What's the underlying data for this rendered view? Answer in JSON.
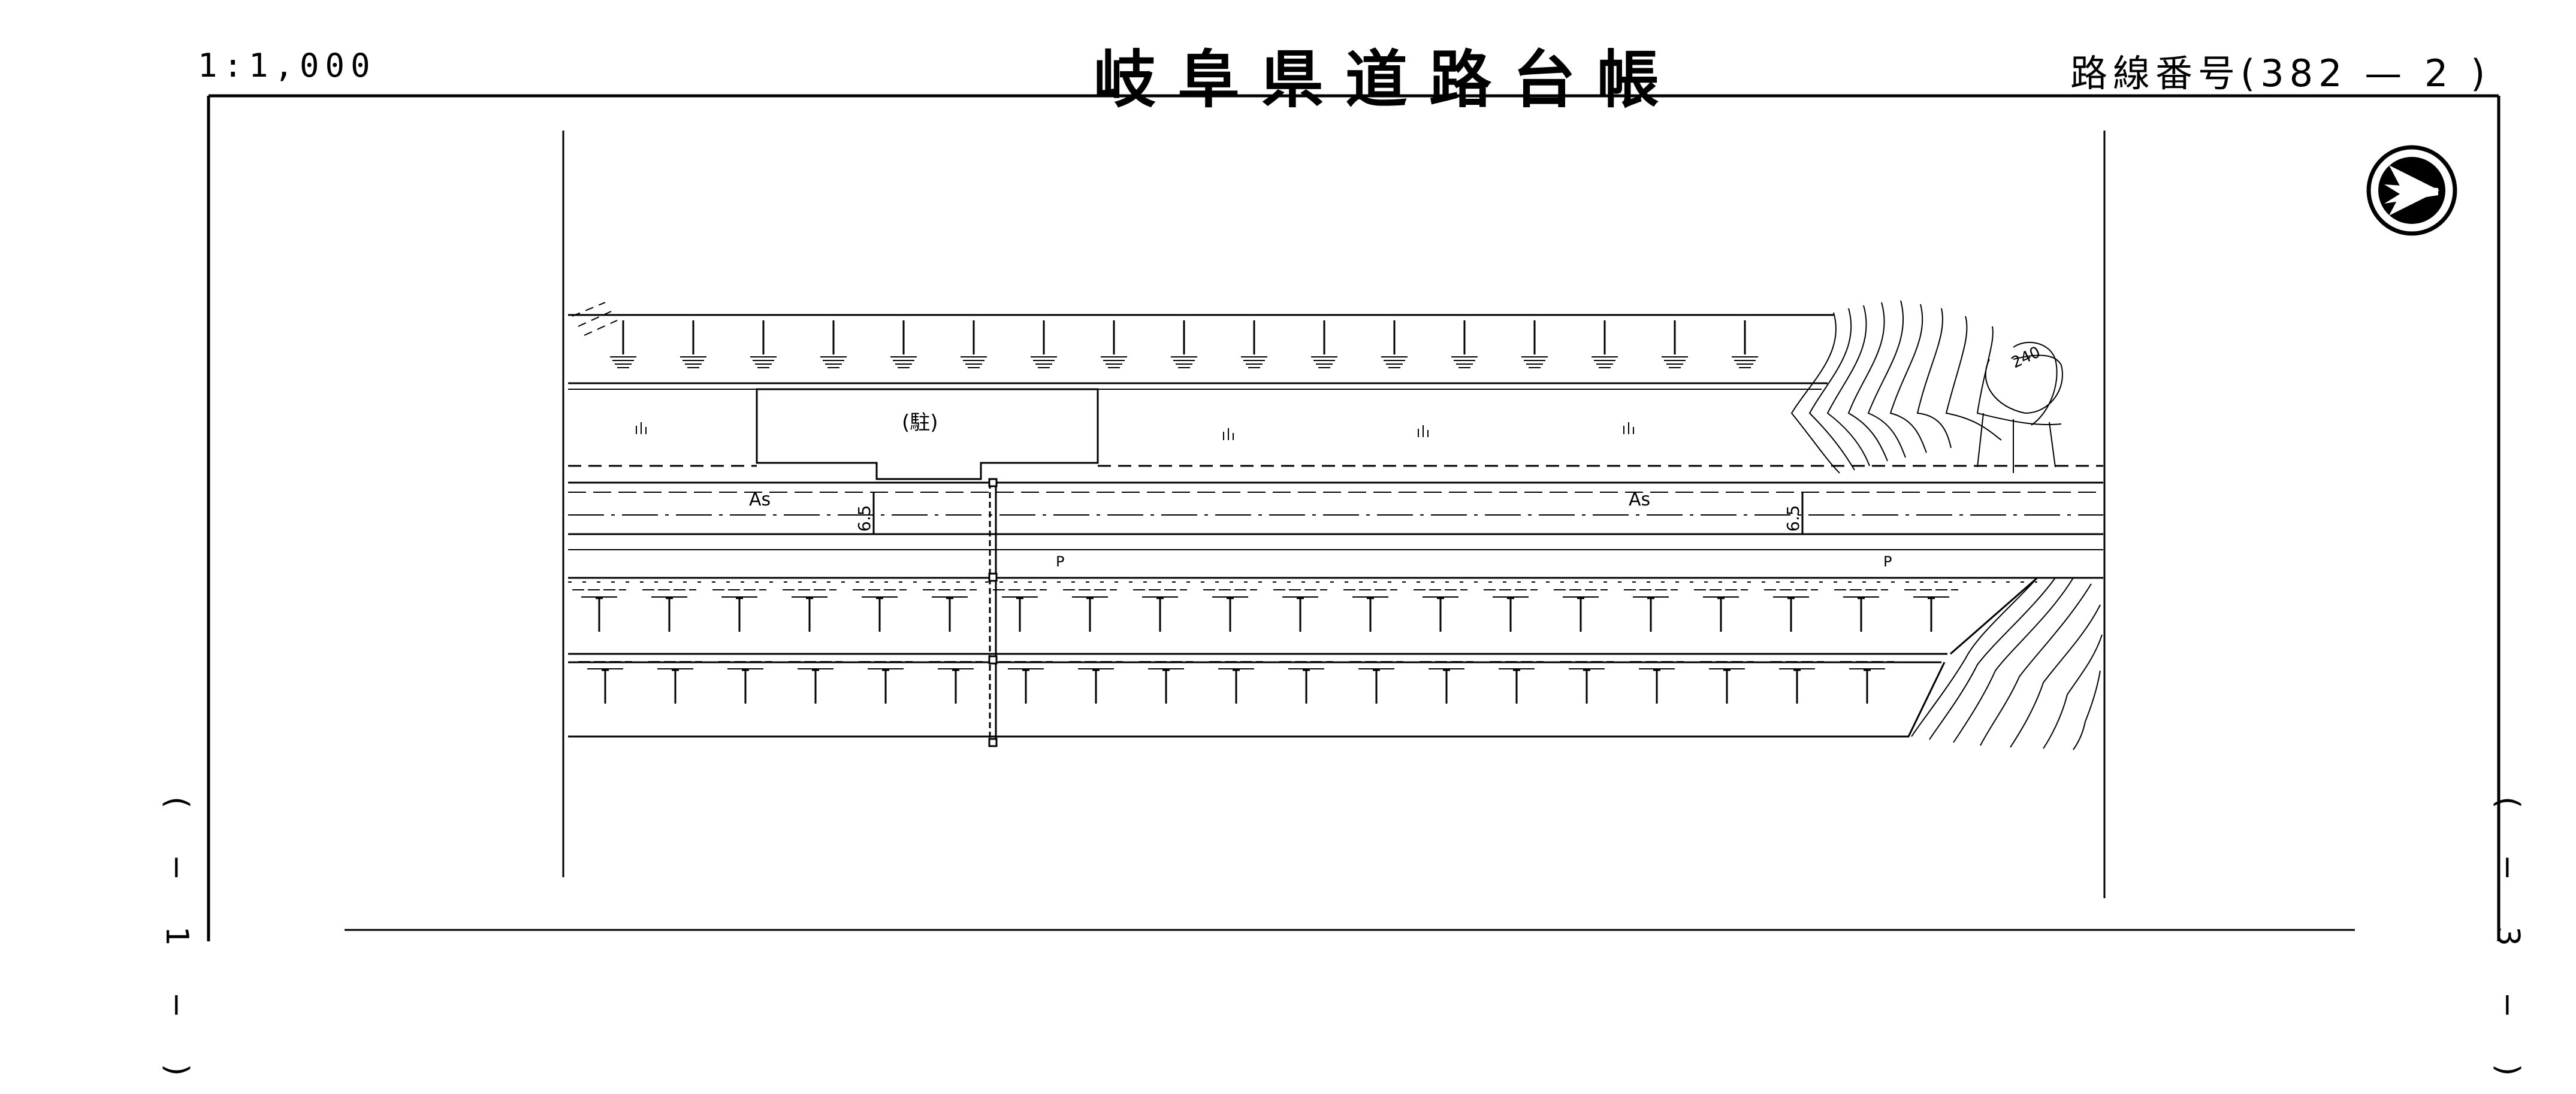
{
  "header": {
    "scale": "1:1,000",
    "title": "岐阜県道路台帳",
    "route": "路線番号(382 — 2 )"
  },
  "side": {
    "left": "( − 1 − )",
    "right": "( − 3 − )"
  },
  "map": {
    "surface_labels": [
      "As",
      "As"
    ],
    "widths": [
      "6.5",
      "6.5"
    ],
    "marks": [
      "P",
      "P"
    ],
    "building_label": "(駐)",
    "contour_label": "240"
  }
}
